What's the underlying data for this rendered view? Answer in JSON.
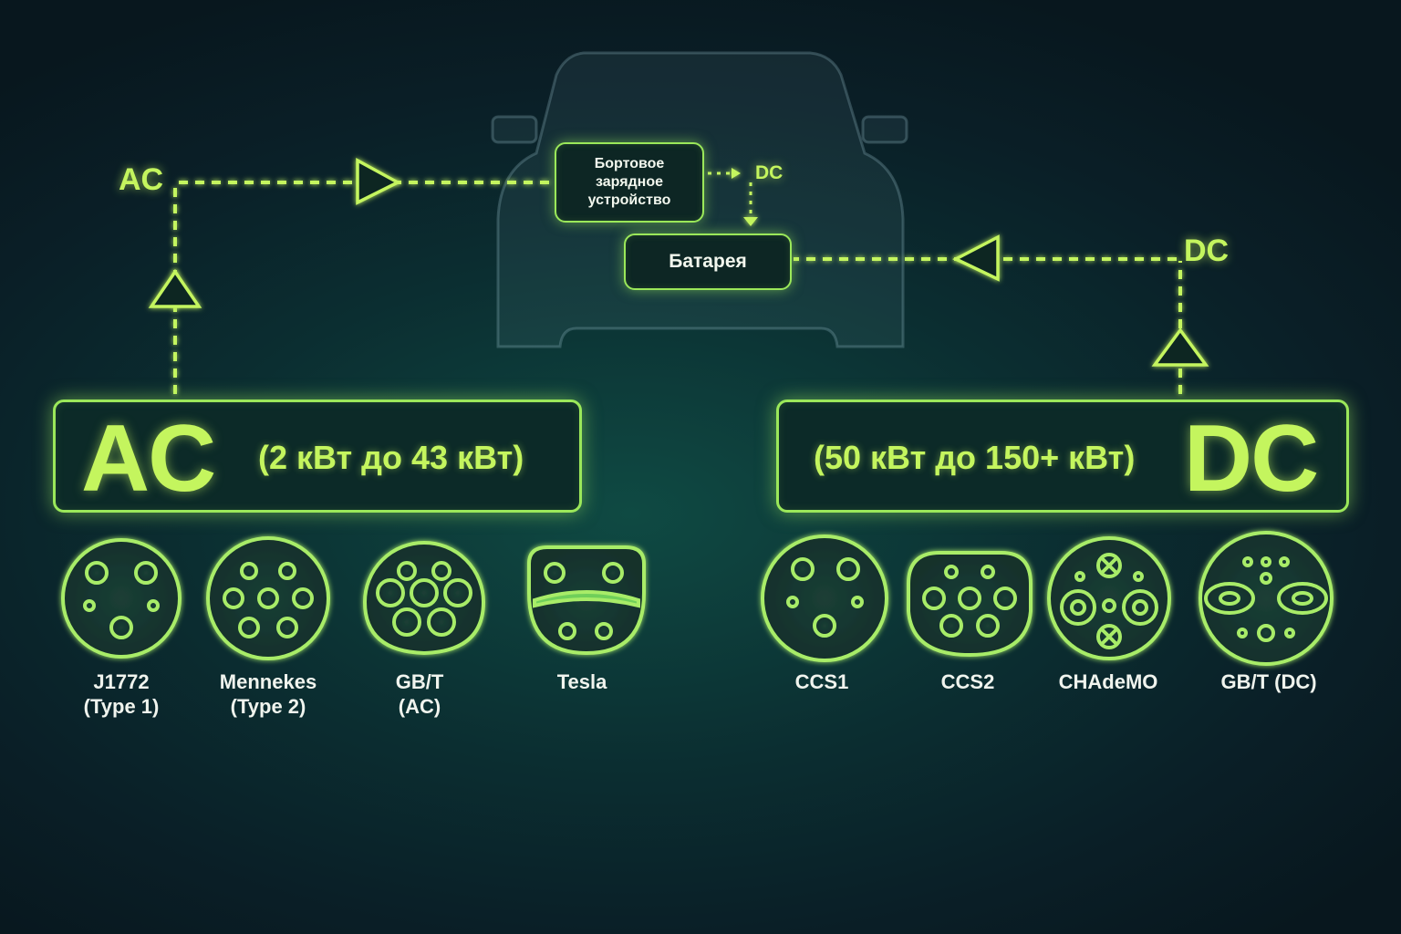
{
  "vehicle": {
    "onboard_charger": "Бортовое зарядное устройство",
    "battery": "Батарея",
    "dc_out": "DC"
  },
  "ac_flow_label": "AC",
  "dc_flow_label": "DC",
  "ac": {
    "title": "AC",
    "range": "(2 кВт до 43 кВт)",
    "connectors": [
      {
        "icon": "j1772-connector-icon",
        "label": "J1772\n(Type 1)"
      },
      {
        "icon": "type2-connector-icon",
        "label": "Mennekes\n(Type 2)"
      },
      {
        "icon": "gbt-ac-connector-icon",
        "label": "GB/T\n(AC)"
      },
      {
        "icon": "tesla-connector-icon",
        "label": "Tesla"
      }
    ]
  },
  "dc": {
    "title": "DC",
    "range": "(50 кВт до 150+ кВт)",
    "connectors": [
      {
        "icon": "ccs1-connector-icon",
        "label": "CCS1"
      },
      {
        "icon": "ccs2-connector-icon",
        "label": "CCS2"
      },
      {
        "icon": "chademo-connector-icon",
        "label": "CHAdeMO"
      },
      {
        "icon": "gbt-dc-connector-icon",
        "label": "GB/T (DC)"
      }
    ]
  },
  "colors": {
    "accent": "#c4f55e",
    "stroke": "#9be85a",
    "background": "#0b2e31"
  }
}
